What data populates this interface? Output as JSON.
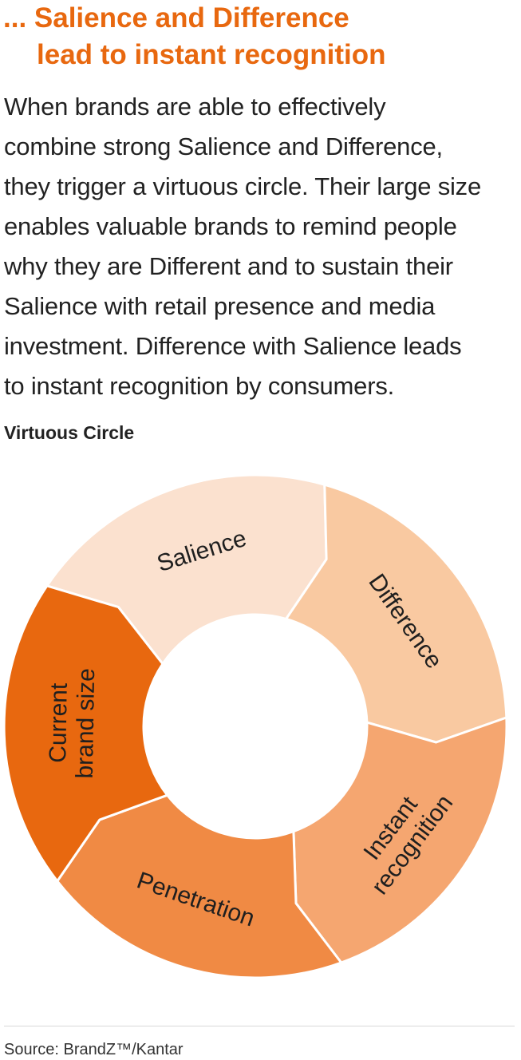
{
  "heading": {
    "line1": "... Salience and Difference",
    "line2": "lead to instant recognition"
  },
  "body": {
    "lines": [
      "When brands are able to effectively",
      "combine strong Salience and Difference,",
      "they trigger a virtuous circle. Their large size",
      "enables valuable brands to remind people",
      "why they are Different and to sustain their",
      "Salience with retail presence and media",
      "investment. Difference with Salience leads",
      "to instant recognition by consumers."
    ]
  },
  "diagram": {
    "title": "Virtuous Circle",
    "segments": [
      {
        "name": "salience",
        "lines": [
          "Salience"
        ],
        "color": "#fbe1cf"
      },
      {
        "name": "difference",
        "lines": [
          "Difference"
        ],
        "color": "#f9c9a1"
      },
      {
        "name": "instant-recognition",
        "lines": [
          "Instant",
          "recognition"
        ],
        "color": "#f5a670"
      },
      {
        "name": "penetration",
        "lines": [
          "Penetration"
        ],
        "color": "#f08a44"
      },
      {
        "name": "current-brand-size",
        "lines": [
          "Current",
          "brand size"
        ],
        "color": "#e8680f"
      }
    ]
  },
  "footer": {
    "source": "Source: BrandZ™/Kantar"
  }
}
